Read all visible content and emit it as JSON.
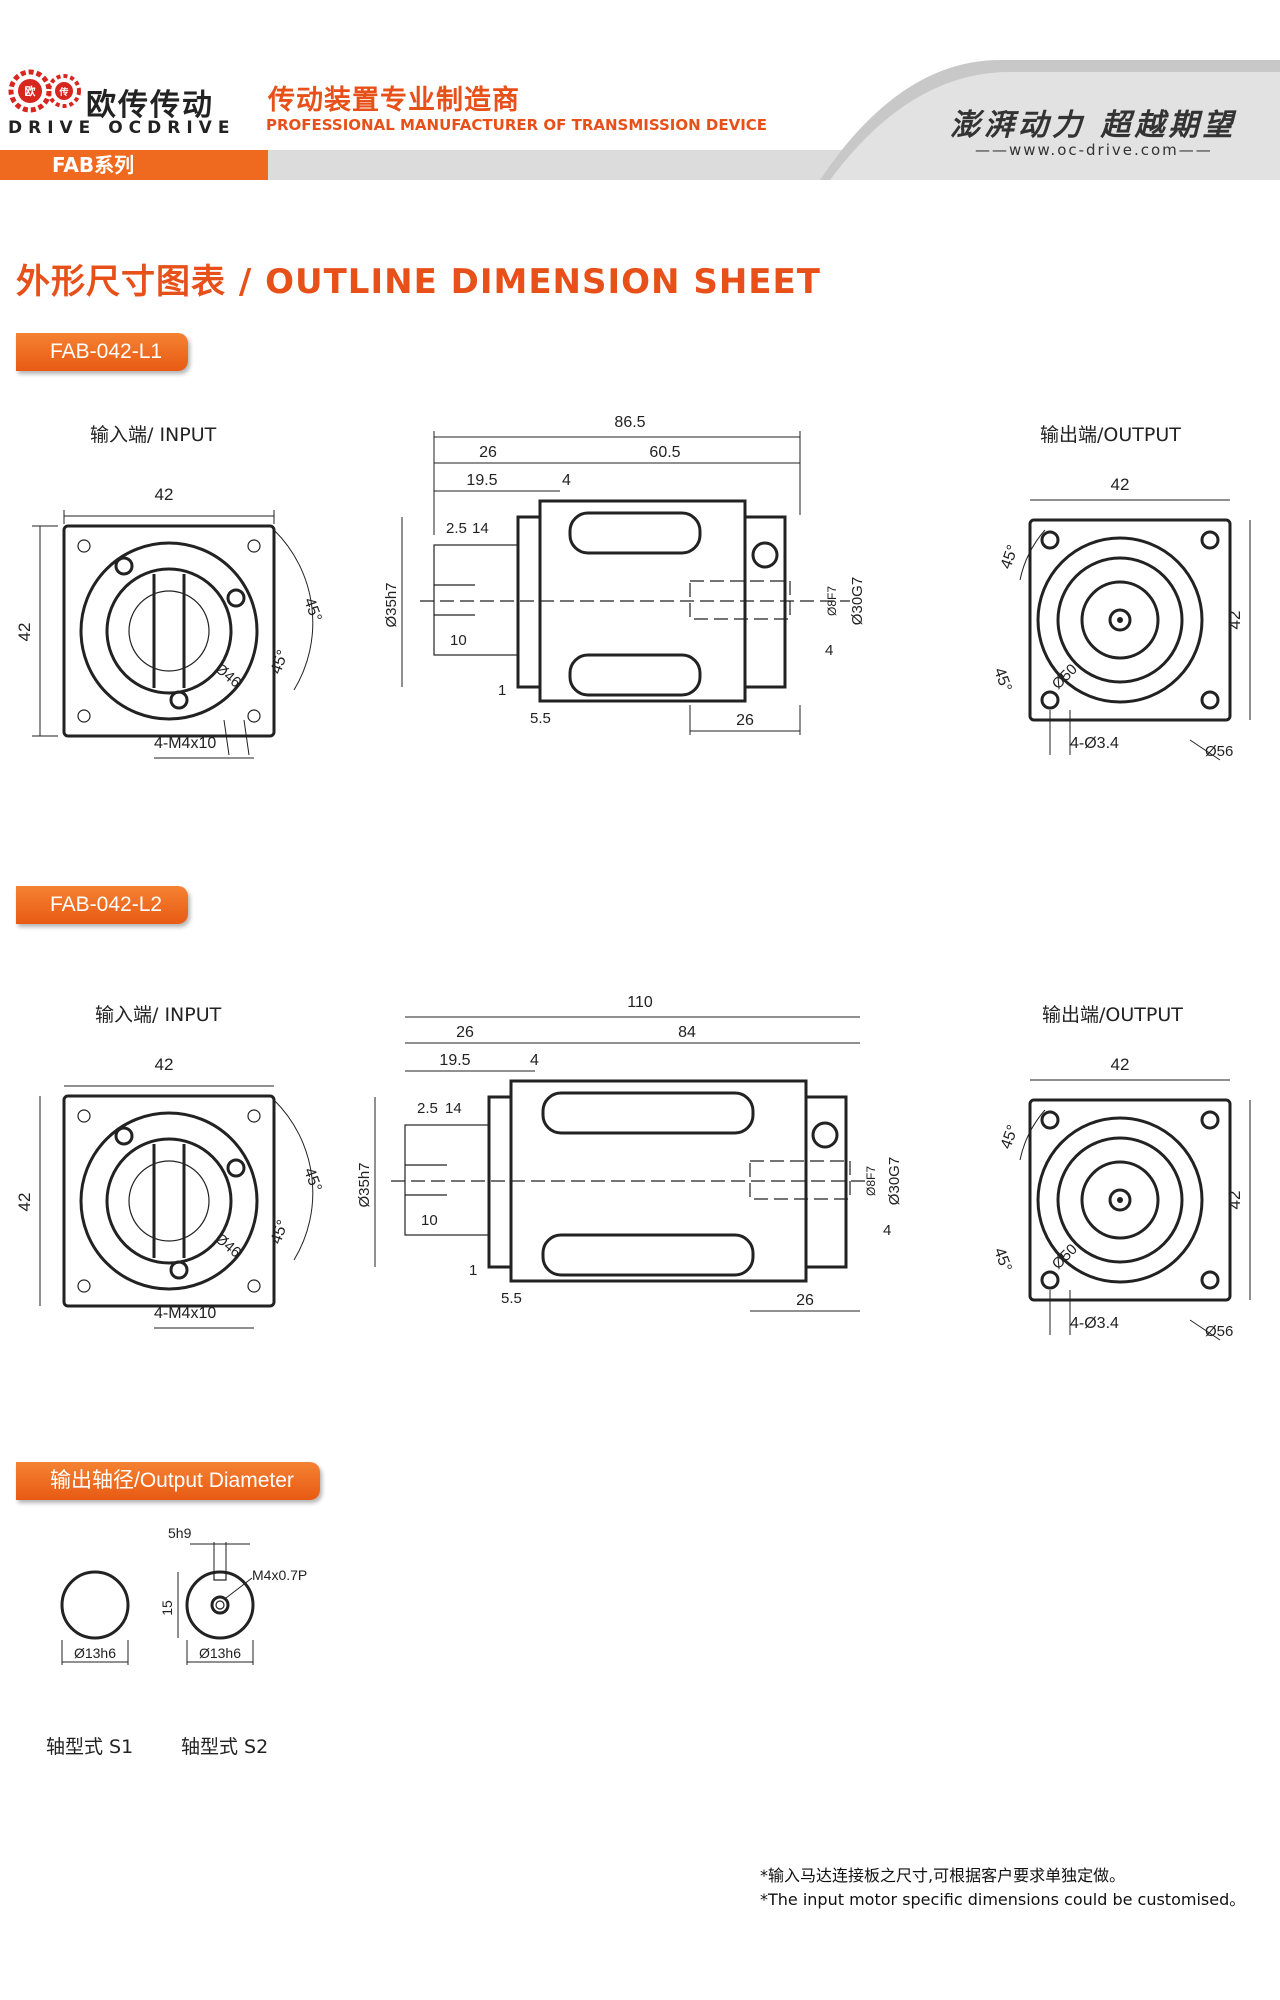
{
  "header": {
    "logo_badge_1": "欧",
    "logo_badge_2": "传",
    "brand_cn": "欧传传动",
    "brand_en": "DRIVE OCDRIVE",
    "tagline_cn": "传动装置专业制造商",
    "tagline_en": "PROFESSIONAL MANUFACTURER OF TRANSMISSION DEVICE",
    "slogan": "澎湃动力 超越期望",
    "website": "——www.oc-drive.com——",
    "series_tab": "FAB系列"
  },
  "section_title": "外形尺寸图表 / OUTLINE DIMENSION SHEET",
  "models": [
    {
      "tab": "FAB-042-L1",
      "input_label": "输入端/ INPUT",
      "output_label": "输出端/OUTPUT",
      "input_dims": {
        "width": "42",
        "height": "42",
        "angle1": "45°",
        "angle2": "45°",
        "pcd": "Ø46",
        "holes": "4-M4x10"
      },
      "side_dims": {
        "total": "86.5",
        "d1": "26",
        "d2": "60.5",
        "d3": "19.5",
        "d4": "4",
        "d5": "2.5",
        "d6": "14",
        "d7": "10",
        "d8": "1",
        "d9": "5.5",
        "d10": "26",
        "d11": "4",
        "dia1": "Ø35h7",
        "dia2": "Ø8F7",
        "dia3": "Ø30G7"
      },
      "output_dims": {
        "width": "42",
        "height": "42",
        "angle1": "45°",
        "angle2": "45°",
        "pcd": "Ø50",
        "holes": "4-Ø3.4",
        "outer": "Ø56"
      }
    },
    {
      "tab": "FAB-042-L2",
      "input_label": "输入端/ INPUT",
      "output_label": "输出端/OUTPUT",
      "input_dims": {
        "width": "42",
        "height": "42",
        "angle1": "45°",
        "angle2": "45°",
        "pcd": "Ø46",
        "holes": "4-M4x10"
      },
      "side_dims": {
        "total": "110",
        "d1": "26",
        "d2": "84",
        "d3": "19.5",
        "d4": "4",
        "d5": "2.5",
        "d6": "14",
        "d7": "10",
        "d8": "1",
        "d9": "5.5",
        "d10": "26",
        "d11": "4",
        "dia1": "Ø35h7",
        "dia2": "Ø8F7",
        "dia3": "Ø30G7"
      },
      "output_dims": {
        "width": "42",
        "height": "42",
        "angle1": "45°",
        "angle2": "45°",
        "pcd": "Ø50",
        "holes": "4-Ø3.4",
        "outer": "Ø56"
      }
    }
  ],
  "output_diameter": {
    "tab": "输出轴径/Output Diameter",
    "s1": {
      "dia": "Ø13h6",
      "label": "轴型式 S1"
    },
    "s2": {
      "dia": "Ø13h6",
      "key": "5h9",
      "height": "15",
      "thread": "M4x0.7P",
      "label": "轴型式 S2"
    }
  },
  "notes": {
    "cn": "*输入马达连接板之尺寸,可根据客户要求单独定做。",
    "en": "*The input motor specific dimensions could be customised。"
  },
  "colors": {
    "accent": "#e8501a",
    "tab": "#ef6a1f",
    "header_gray": "#d9d9d9"
  }
}
